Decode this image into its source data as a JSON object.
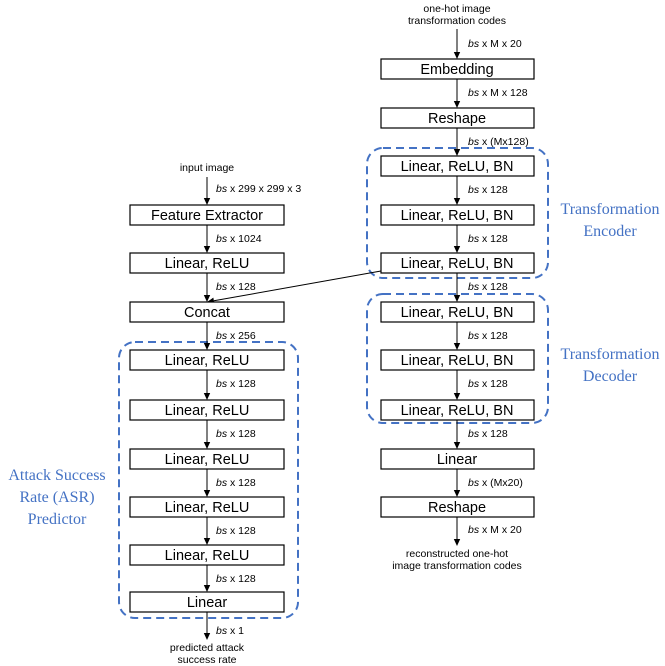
{
  "left_column": {
    "input_label": "input image",
    "output_label": [
      "predicted attack",
      "success rate"
    ],
    "boxes": [
      "Feature Extractor",
      "Linear, ReLU",
      "Concat",
      "Linear, ReLU",
      "Linear, ReLU",
      "Linear, ReLU",
      "Linear, ReLU",
      "Linear, ReLU",
      "Linear"
    ],
    "dims": [
      "x 299 x 299 x 3",
      "x 1024",
      "x 128",
      "x 256",
      "x 128",
      "x 128",
      "x 128",
      "x 128",
      "x 128",
      "x 1"
    ]
  },
  "right_column": {
    "input_label": [
      "one-hot image",
      "transformation codes"
    ],
    "output_label": [
      "reconstructed one-hot",
      "image transformation codes"
    ],
    "boxes": [
      "Embedding",
      "Reshape",
      "Linear, ReLU, BN",
      "Linear, ReLU, BN",
      "Linear, ReLU, BN",
      "Linear, ReLU, BN",
      "Linear, ReLU, BN",
      "Linear, ReLU, BN",
      "Linear",
      "Reshape"
    ],
    "dims": [
      "x M x 20",
      "x M x 128",
      "x (Mx128)",
      "x 128",
      "x 128",
      "x 128",
      "x 128",
      "x 128",
      "x 128",
      "x (Mx20)",
      "x M x 20"
    ]
  },
  "batch_symbol": "bs",
  "groups": {
    "encoder": [
      "Transformation",
      "Encoder"
    ],
    "decoder": [
      "Transformation",
      "Decoder"
    ],
    "asr": [
      "Attack Success",
      "Rate (ASR)",
      "Predictor"
    ]
  },
  "colors": {
    "group": "#4472c4",
    "box_stroke": "#000000"
  }
}
